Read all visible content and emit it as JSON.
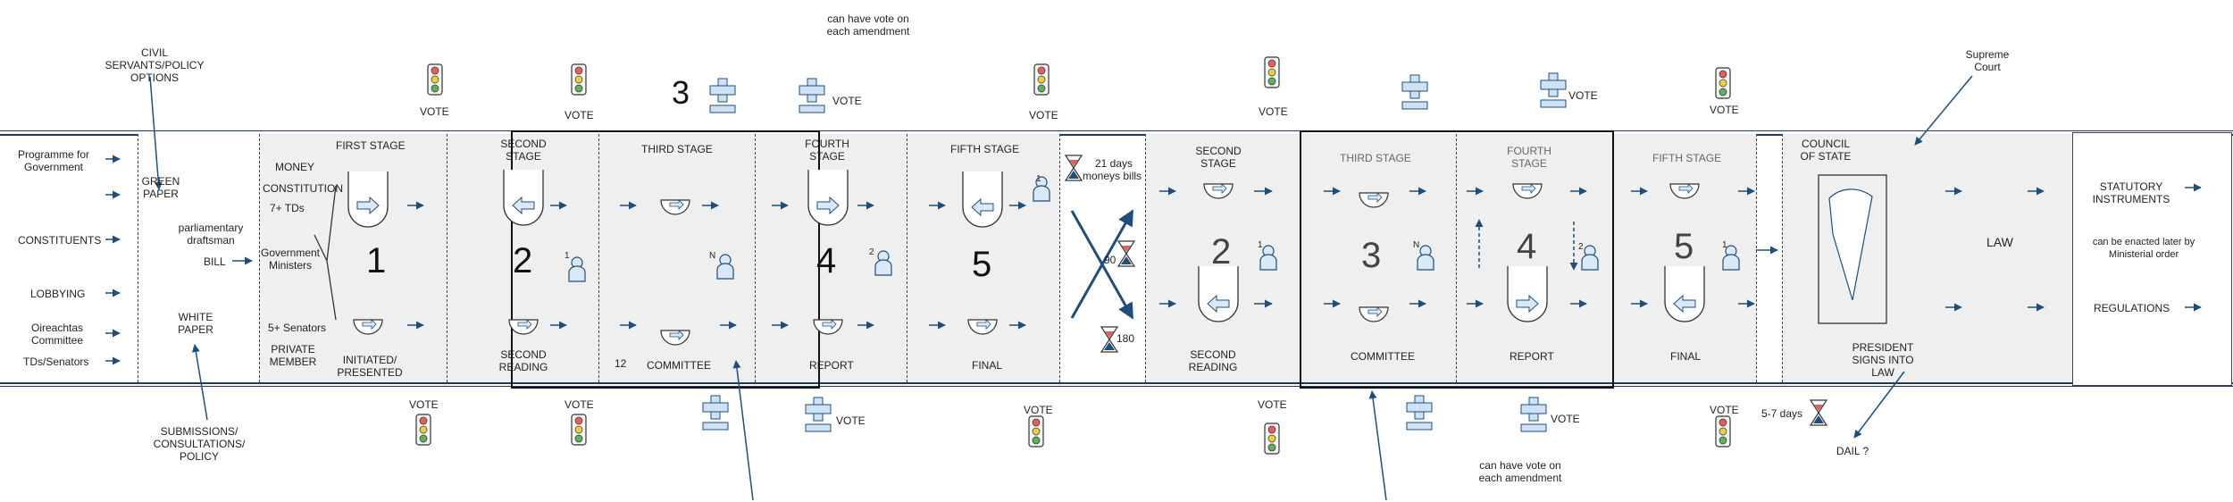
{
  "colors": {
    "band_line": "#1f3b5c",
    "arrow": "#1f4e79",
    "panel": "#efefef",
    "icon_fill": "#dae8f7",
    "icon_stroke": "#1f4e79",
    "traffic_red": "#e06060",
    "traffic_yellow": "#e8d040",
    "traffic_green": "#60b060"
  },
  "top": {
    "civil_servants": "CIVIL SERVANTS/POLICY OPTIONS",
    "amend_note": "can have vote on each amendment",
    "supreme_court": "Supreme Court",
    "vote": "VOTE",
    "three": "3"
  },
  "inputs": {
    "programme": "Programme for Government",
    "constituents": "CONSTITUENTS",
    "lobbying": "LOBBYING",
    "oireachtas": "Oireachtas Committee",
    "tds": "TDs/Senators"
  },
  "green_paper": "GREEN PAPER",
  "draftsman": "parliamentary draftsman",
  "bill": "BILL",
  "white_paper": "WHITE PAPER",
  "submissions": "SUBMISSIONS/ CONSULTATIONS/ POLICY",
  "dail": {
    "first_stage": "FIRST STAGE",
    "money": "MONEY",
    "constitution": "CONSTITUTION",
    "seven_tds": "7+    TDs",
    "gov_ministers": "Government Ministers",
    "five_senators": "5+  Senators",
    "private_member": "PRIVATE MEMBER",
    "initiated": "INITIATED/ PRESENTED",
    "second_stage": "SECOND STAGE",
    "second_reading": "SECOND READING",
    "third_stage": "THIRD STAGE",
    "committee": "COMMITTEE",
    "twelve": "12",
    "fourth_stage": "FOURTH STAGE",
    "report": "REPORT",
    "fifth_stage": "FIFTH STAGE",
    "final": "FINAL",
    "n1": "1",
    "n2": "2",
    "n4": "4",
    "n5": "5",
    "sup1": "1",
    "supN": "N",
    "sup2": "2",
    "sup1b": "1"
  },
  "middle": {
    "days21": "21 days",
    "money_bills": "moneys bills",
    "ninety": "90",
    "oneeighty": "180"
  },
  "seanad": {
    "second_stage": "SECOND STAGE",
    "second_reading": "SECOND READING",
    "third_stage": "THIRD STAGE",
    "committee": "COMMITTEE",
    "fourth_stage": "FOURTH STAGE",
    "report": "REPORT",
    "fifth_stage": "FIFTH STAGE",
    "final": "FINAL",
    "n2": "2",
    "n3": "3",
    "n4": "4",
    "n5": "5",
    "sup1": "1",
    "supN": "N",
    "sup2": "2",
    "sup1b": "1"
  },
  "council": "COUNCIL OF STATE",
  "president": "PRESIDENT SIGNS INTO LAW",
  "law": "LAW",
  "statutory": "STATUTORY INSTRUMENTS",
  "ministerial": "can be enacted later by Ministerial order",
  "regulations": "REGULATIONS",
  "bottom": {
    "vote": "VOTE",
    "days57": "5-7 days",
    "dail_q": "DAIL ?",
    "amend_note": "can have vote on each amendment"
  }
}
